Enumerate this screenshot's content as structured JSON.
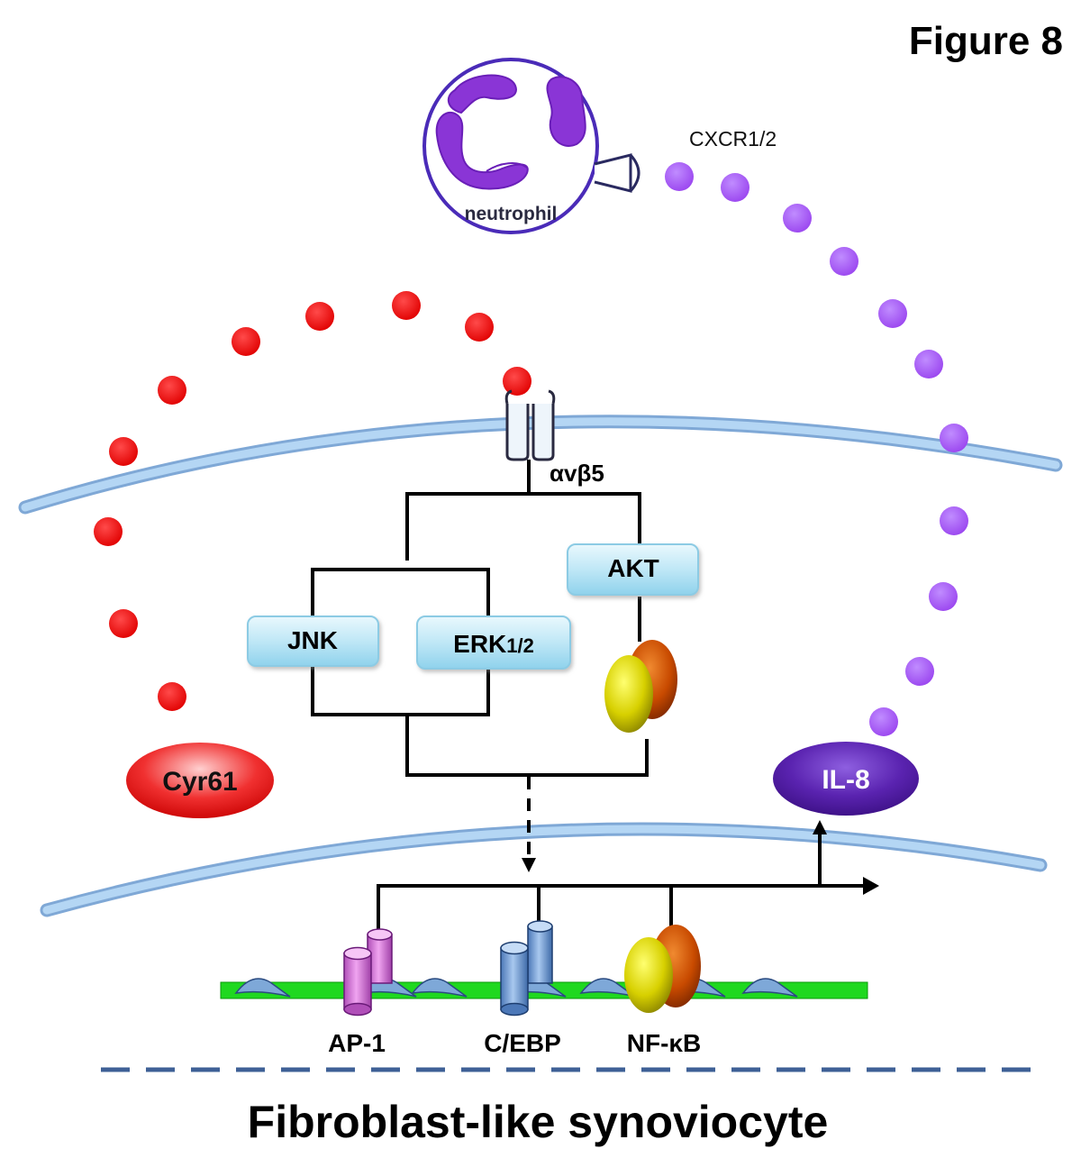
{
  "figure_label": "Figure 8",
  "cell_label": "Fibroblast-like synoviocyte",
  "neutrophil": {
    "label": "neutrophil",
    "receptor_label": "CXCR1/2"
  },
  "ligands": {
    "cyr61": "Cyr61",
    "il8": "IL-8"
  },
  "receptor_label": "αvβ5",
  "kinases": {
    "jnk": "JNK",
    "erk_main": "ERK",
    "erk_sub": "1/2",
    "akt": "AKT"
  },
  "transcription_factors": {
    "ap1": "AP-1",
    "cebp": "C/EBP",
    "nfkb": "NF-κB"
  },
  "colors": {
    "cyr61_dots": "#ee0000",
    "il8_dots": "#9f4cf0",
    "membrane": "#a9cdef",
    "dna": "#22dd22",
    "kinase_box": "#bde6f5",
    "neutrophil_ring": "#4a2bb8",
    "neutrophil_nucleus": "#8a35d6",
    "il8_ellipse": "#4a1a9c",
    "cyr61_ellipse": "#e81010"
  }
}
